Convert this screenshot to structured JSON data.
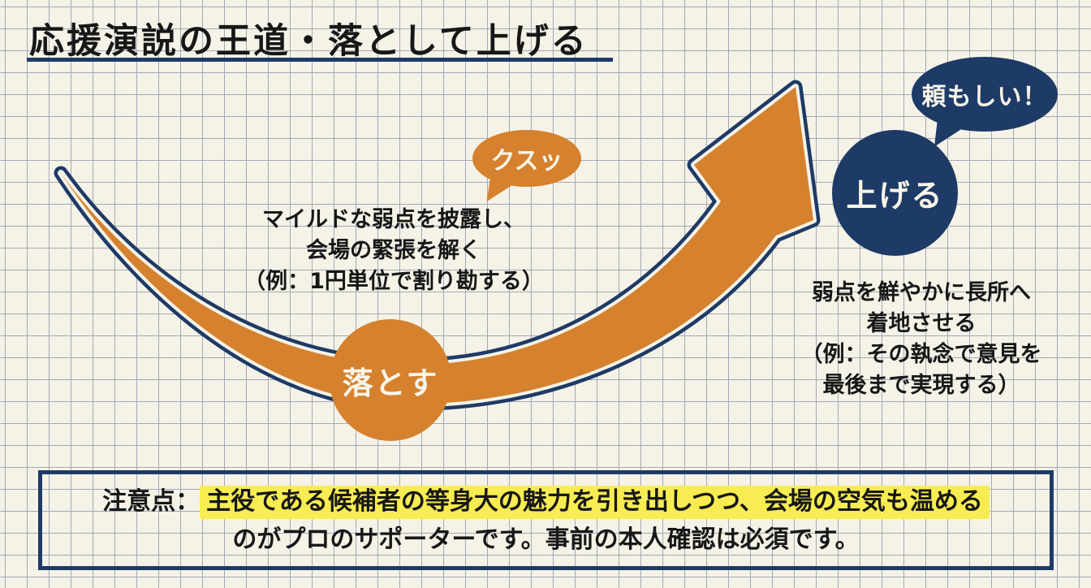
{
  "page": {
    "title": "応援演説の王道・落として上げる"
  },
  "colors": {
    "orange": "#d5812e",
    "navy": "#1e3a66",
    "cream": "#f5f3e7",
    "grid_line": "#a3a8b5",
    "highlight": "#f7ec52",
    "ink": "#171717",
    "bubble_text": "#f8f4e8"
  },
  "flow": {
    "drop_circle_label": "落とす",
    "raise_circle_label": "上げる",
    "chuckle_bubble_label": "クスッ",
    "reliable_bubble_label": "頼もしい！"
  },
  "drop_note": {
    "line1": "マイルドな弱点を披露し、",
    "line2": "会場の緊張を解く",
    "line3": "（例：1円単位で割り勘する）"
  },
  "raise_note": {
    "line1": "弱点を鮮やかに長所へ",
    "line2": "着地させる",
    "line3": "（例：その執念で意見を",
    "line4": "最後まで実現する）"
  },
  "caution": {
    "prefix": "注意点：",
    "highlighted": "主役である候補者の等身大の魅力を引き出しつつ、会場の空気も温める",
    "line2": "のがプロのサポーターです。事前の本人確認は必須です。"
  }
}
